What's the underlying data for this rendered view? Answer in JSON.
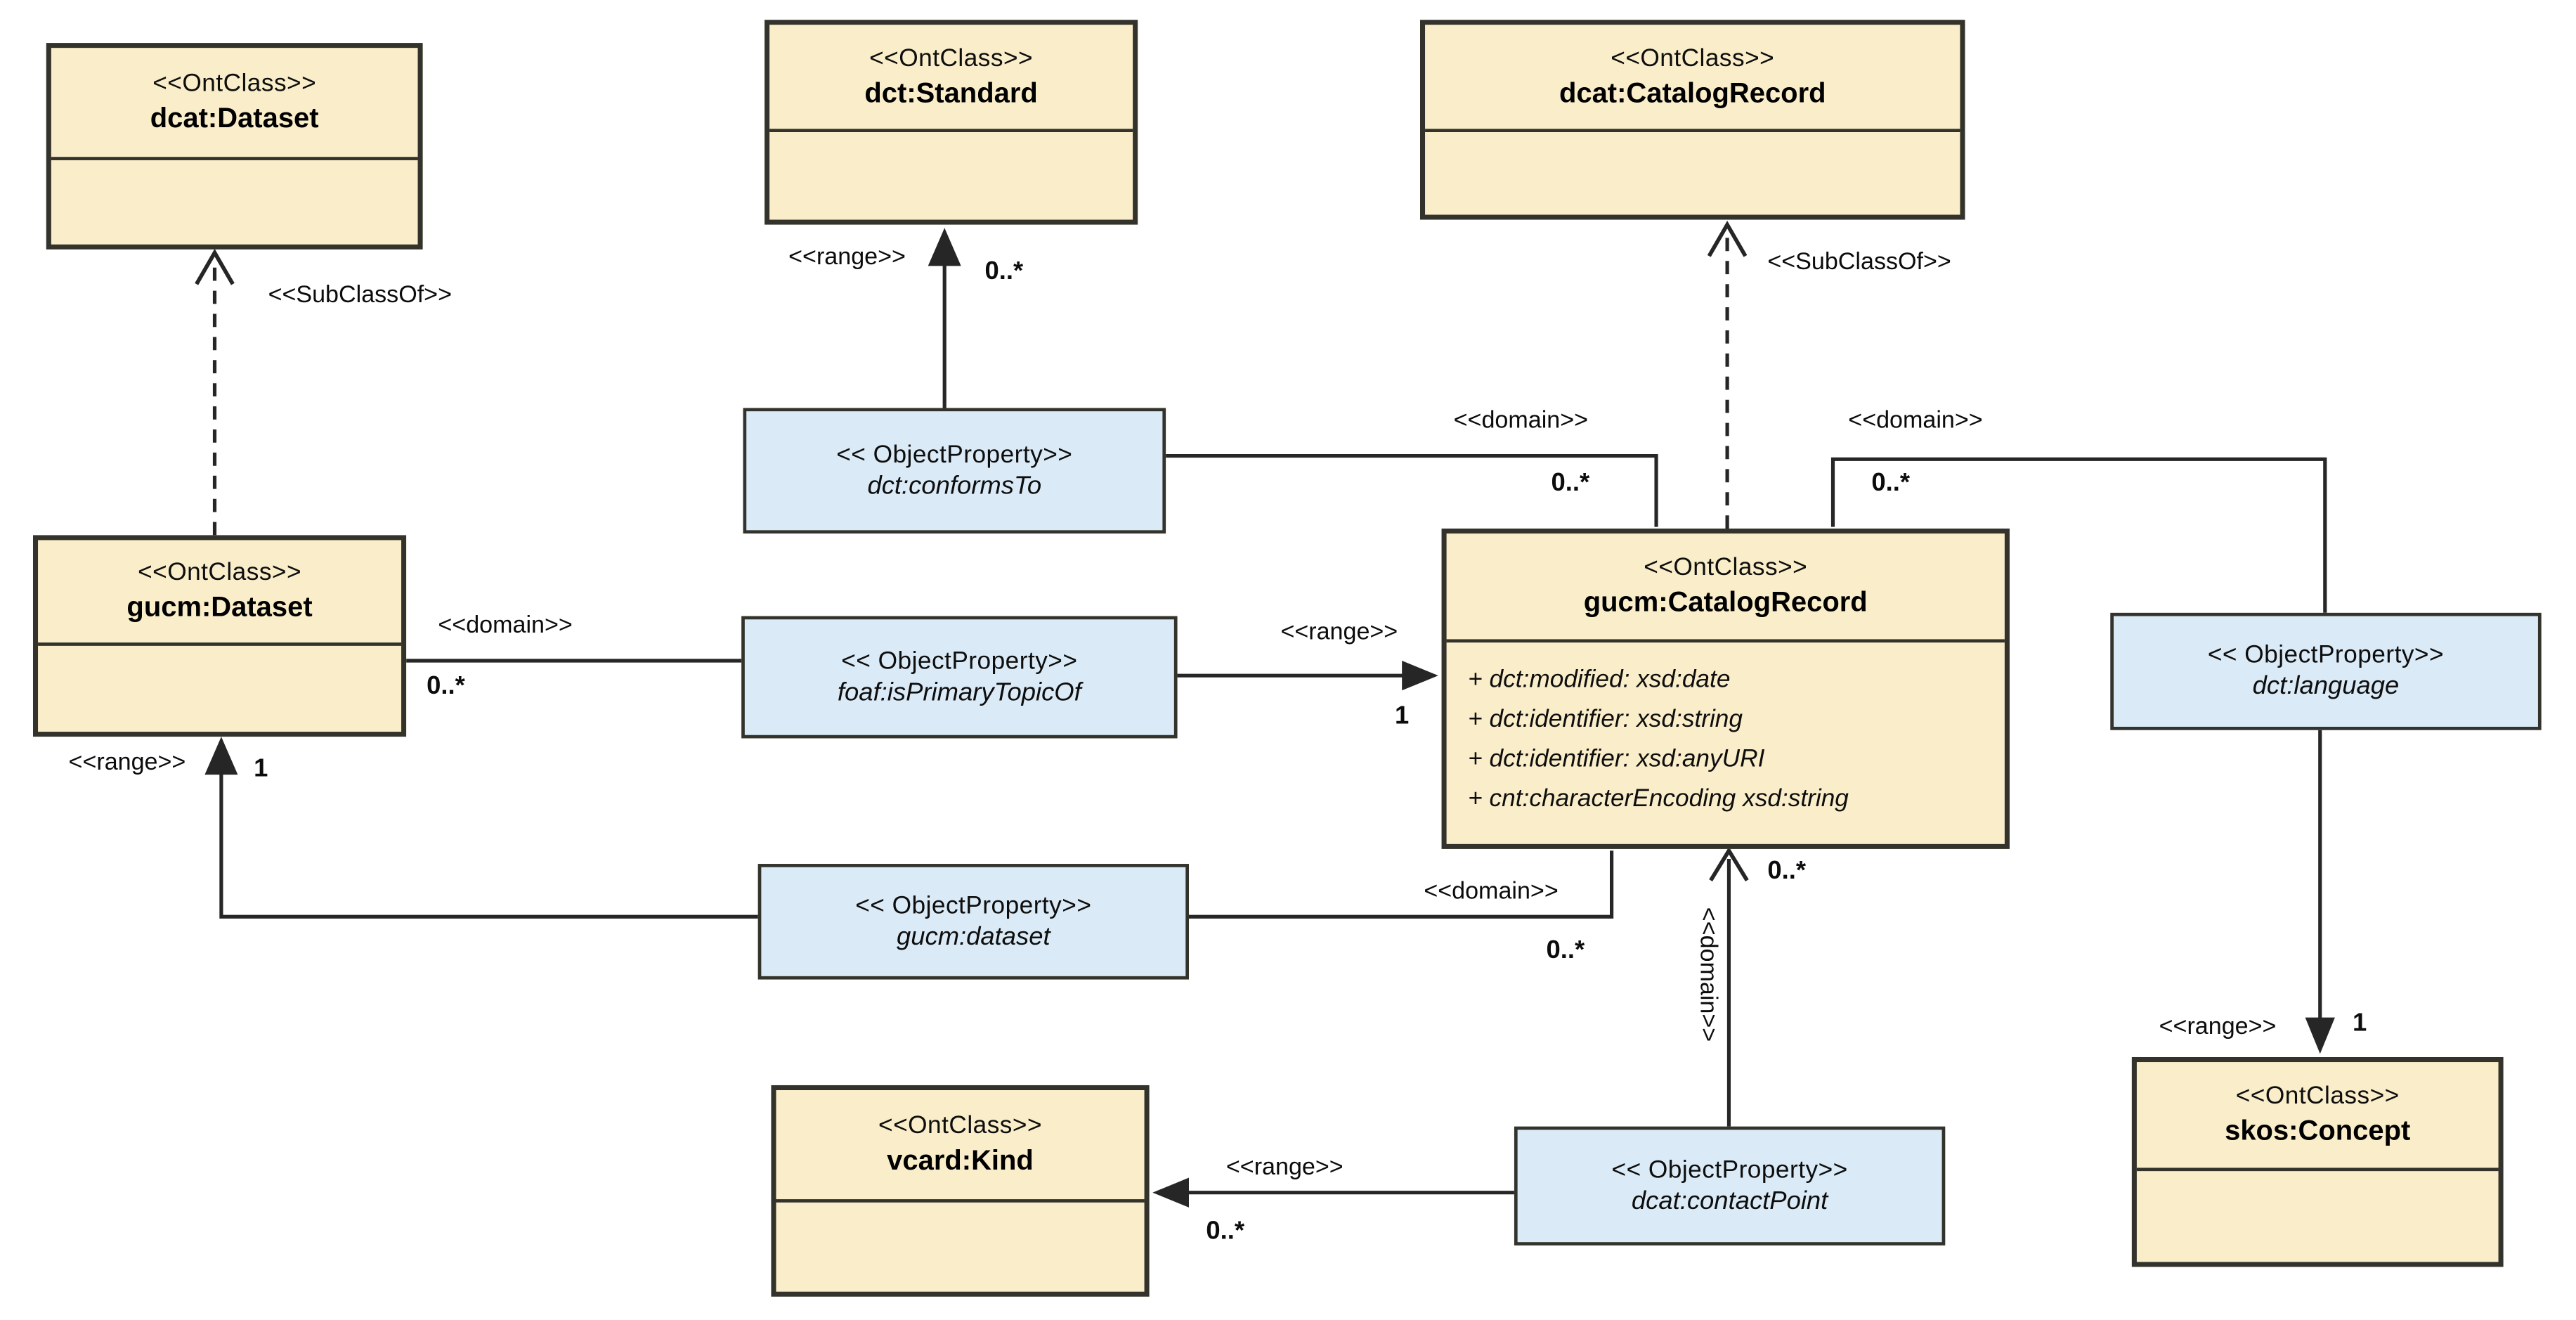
{
  "colors": {
    "class_fill": "#FAEDC9",
    "property_fill": "#DAEAF6",
    "box_border": "#33332C",
    "connector_line": "#262626",
    "background": "#FFFFFF"
  },
  "diagram": {
    "classes": [
      {
        "stereotype": "<<OntClass>>",
        "name": "dcat:Dataset"
      },
      {
        "stereotype": "<<OntClass>>",
        "name": "dct:Standard"
      },
      {
        "stereotype": "<<OntClass>>",
        "name": "dcat:CatalogRecord"
      },
      {
        "stereotype": "<<OntClass>>",
        "name": "gucm:Dataset"
      },
      {
        "stereotype": "<<OntClass>>",
        "name": "gucm:CatalogRecord",
        "attributes": [
          "+ dct:modified: xsd:date",
          "+ dct:identifier: xsd:string",
          "+ dct:identifier: xsd:anyURI",
          "+ cnt:characterEncoding xsd:string"
        ]
      },
      {
        "stereotype": "<<OntClass>>",
        "name": "vcard:Kind"
      },
      {
        "stereotype": "<<OntClass>>",
        "name": "skos:Concept"
      }
    ],
    "properties": [
      {
        "stereotype": "<< ObjectProperty>>",
        "name": "dct:conformsTo"
      },
      {
        "stereotype": "<< ObjectProperty>>",
        "name": "foaf:isPrimaryTopicOf"
      },
      {
        "stereotype": "<< ObjectProperty>>",
        "name": "gucm:dataset"
      },
      {
        "stereotype": "<< ObjectProperty>>",
        "name": "dct:language"
      },
      {
        "stereotype": "<< ObjectProperty>>",
        "name": "dcat:contactPoint"
      }
    ],
    "edges": [
      {
        "from": "gucm:Dataset",
        "to": "dcat:Dataset",
        "label": "<<SubClassOf>>",
        "multiplicity": "",
        "style": "dashed-open-arrow"
      },
      {
        "from": "dct:conformsTo",
        "to": "dct:Standard",
        "label": "<<range>>",
        "multiplicity": "0..*",
        "style": "solid-filled-arrow"
      },
      {
        "from": "dct:conformsTo",
        "to": "gucm:CatalogRecord",
        "label": "<<domain>>",
        "multiplicity": "0..*",
        "style": "solid"
      },
      {
        "from": "gucm:CatalogRecord",
        "to": "dcat:CatalogRecord",
        "label": "<<SubClassOf>>",
        "multiplicity": "",
        "style": "dashed-open-arrow"
      },
      {
        "from": "dct:language",
        "to": "gucm:CatalogRecord",
        "label": "<<domain>>",
        "multiplicity": "0..*",
        "style": "solid"
      },
      {
        "from": "gucm:Dataset",
        "to": "foaf:isPrimaryTopicOf",
        "label": "<<domain>>",
        "multiplicity": "0..*",
        "style": "solid"
      },
      {
        "from": "foaf:isPrimaryTopicOf",
        "to": "gucm:CatalogRecord",
        "label": "<<range>>",
        "multiplicity": "1",
        "style": "solid-filled-arrow"
      },
      {
        "from": "gucm:dataset",
        "to": "gucm:Dataset",
        "label": "<<range>>",
        "multiplicity": "1",
        "style": "solid-filled-arrow"
      },
      {
        "from": "gucm:dataset",
        "to": "gucm:CatalogRecord",
        "label": "<<domain>>",
        "multiplicity": "0..*",
        "style": "solid"
      },
      {
        "from": "dcat:contactPoint",
        "to": "gucm:CatalogRecord",
        "label": "<<domain>>",
        "multiplicity": "0..*",
        "style": "solid-open-arrow"
      },
      {
        "from": "dcat:contactPoint",
        "to": "vcard:Kind",
        "label": "<<range>>",
        "multiplicity": "0..*",
        "style": "solid-filled-arrow"
      },
      {
        "from": "dct:language",
        "to": "skos:Concept",
        "label": "<<range>>",
        "multiplicity": "1",
        "style": "solid-filled-arrow"
      }
    ]
  }
}
